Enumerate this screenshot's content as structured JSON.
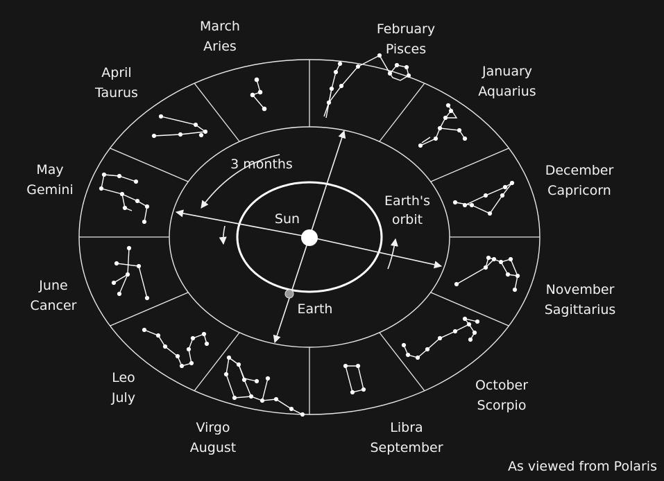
{
  "colors": {
    "background": "#161616",
    "line": "#e8e8e8",
    "star": "#ffffff",
    "sun": "#ffffff",
    "earth": "#9a9a9a"
  },
  "ring_labels": {
    "march": [
      "March",
      "Aries"
    ],
    "february": [
      "February",
      "Pisces"
    ],
    "january": [
      "January",
      "Aquarius"
    ],
    "april": [
      "April",
      "Taurus"
    ],
    "december": [
      "December",
      "Capricorn"
    ],
    "may": [
      "May",
      "Gemini"
    ],
    "november": [
      "November",
      "Sagittarius"
    ],
    "june": [
      "June",
      "Cancer"
    ],
    "october": [
      "October",
      "Scorpio"
    ],
    "july": [
      "Leo",
      "July"
    ],
    "august": [
      "Virgo",
      "August"
    ],
    "september": [
      "Libra",
      "September"
    ]
  },
  "inner_labels": {
    "sun": "Sun",
    "earth": "Earth",
    "orbit": [
      "Earth's",
      "orbit"
    ],
    "months": "3 months"
  },
  "caption": "As viewed from Polaris",
  "icons": {
    "sun": "sun-icon",
    "earth": "earth-icon",
    "arrow": "arrow-icon"
  }
}
